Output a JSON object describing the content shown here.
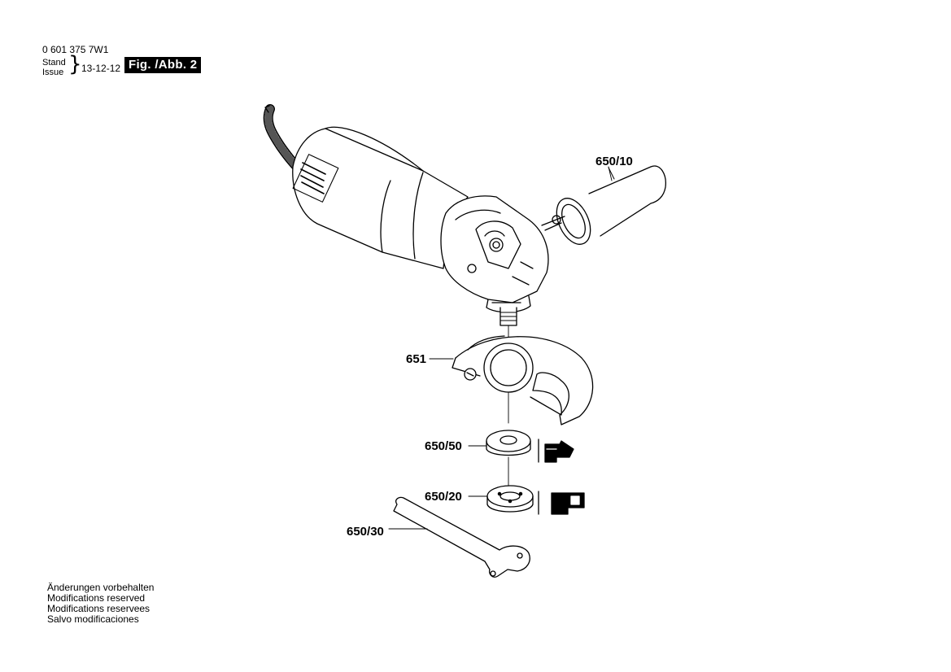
{
  "header": {
    "part_number": "0 601 375 7W1",
    "stand_label": "Stand",
    "issue_label": "Issue",
    "date": "13-12-12",
    "figure_label": "Fig. /Abb. 2"
  },
  "parts": {
    "p650_10": "650/10",
    "p651": "651",
    "p650_50": "650/50",
    "p650_20": "650/20",
    "p650_30": "650/30"
  },
  "notes": [
    "Änderungen vorbehalten",
    "Modifications reserved",
    "Modifications reservees",
    "Salvo modificaciones"
  ]
}
